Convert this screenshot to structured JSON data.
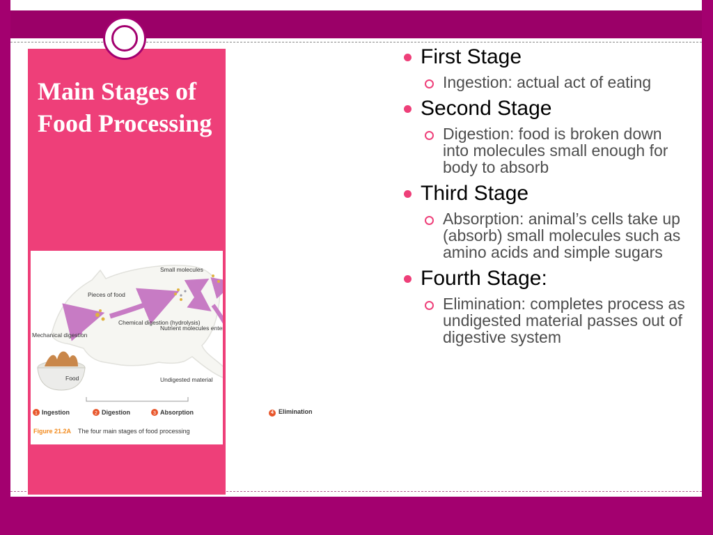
{
  "slide": {
    "title": "Main Stages of Food Processing",
    "colors": {
      "frame": "#a3006f",
      "panel": "#ee3f79",
      "bullet": "#ee3f79",
      "caption_accent": "#f28a1c"
    },
    "figure": {
      "labels": {
        "pieces_of_food": "Pieces of food",
        "small_molecules": "Small molecules",
        "chemical_digestion": "Chemical digestion (hydrolysis)",
        "mechanical_digestion": "Mechanical digestion",
        "nutrient_molecules": "Nutrient molecules enter body cells",
        "undigested_material": "Undigested material",
        "food": "Food"
      },
      "steps": [
        {
          "num": "1",
          "label": "Ingestion"
        },
        {
          "num": "2",
          "label": "Digestion"
        },
        {
          "num": "3",
          "label": "Absorption"
        },
        {
          "num": "4",
          "label": "Elimination"
        }
      ],
      "caption_number": "Figure 21.2A",
      "caption_text": "The four main stages of food processing"
    },
    "stages": [
      {
        "heading": "First Stage",
        "detail": "Ingestion: actual act of eating"
      },
      {
        "heading": "Second Stage",
        "detail": "Digestion: food is broken down into molecules small enough for body to absorb"
      },
      {
        "heading": "Third Stage",
        "detail": "Absorption: animal’s cells take up (absorb) small molecules such as amino acids and simple sugars"
      },
      {
        "heading": "Fourth Stage:",
        "detail": "Elimination: completes process as undigested material passes out of digestive system"
      }
    ]
  }
}
